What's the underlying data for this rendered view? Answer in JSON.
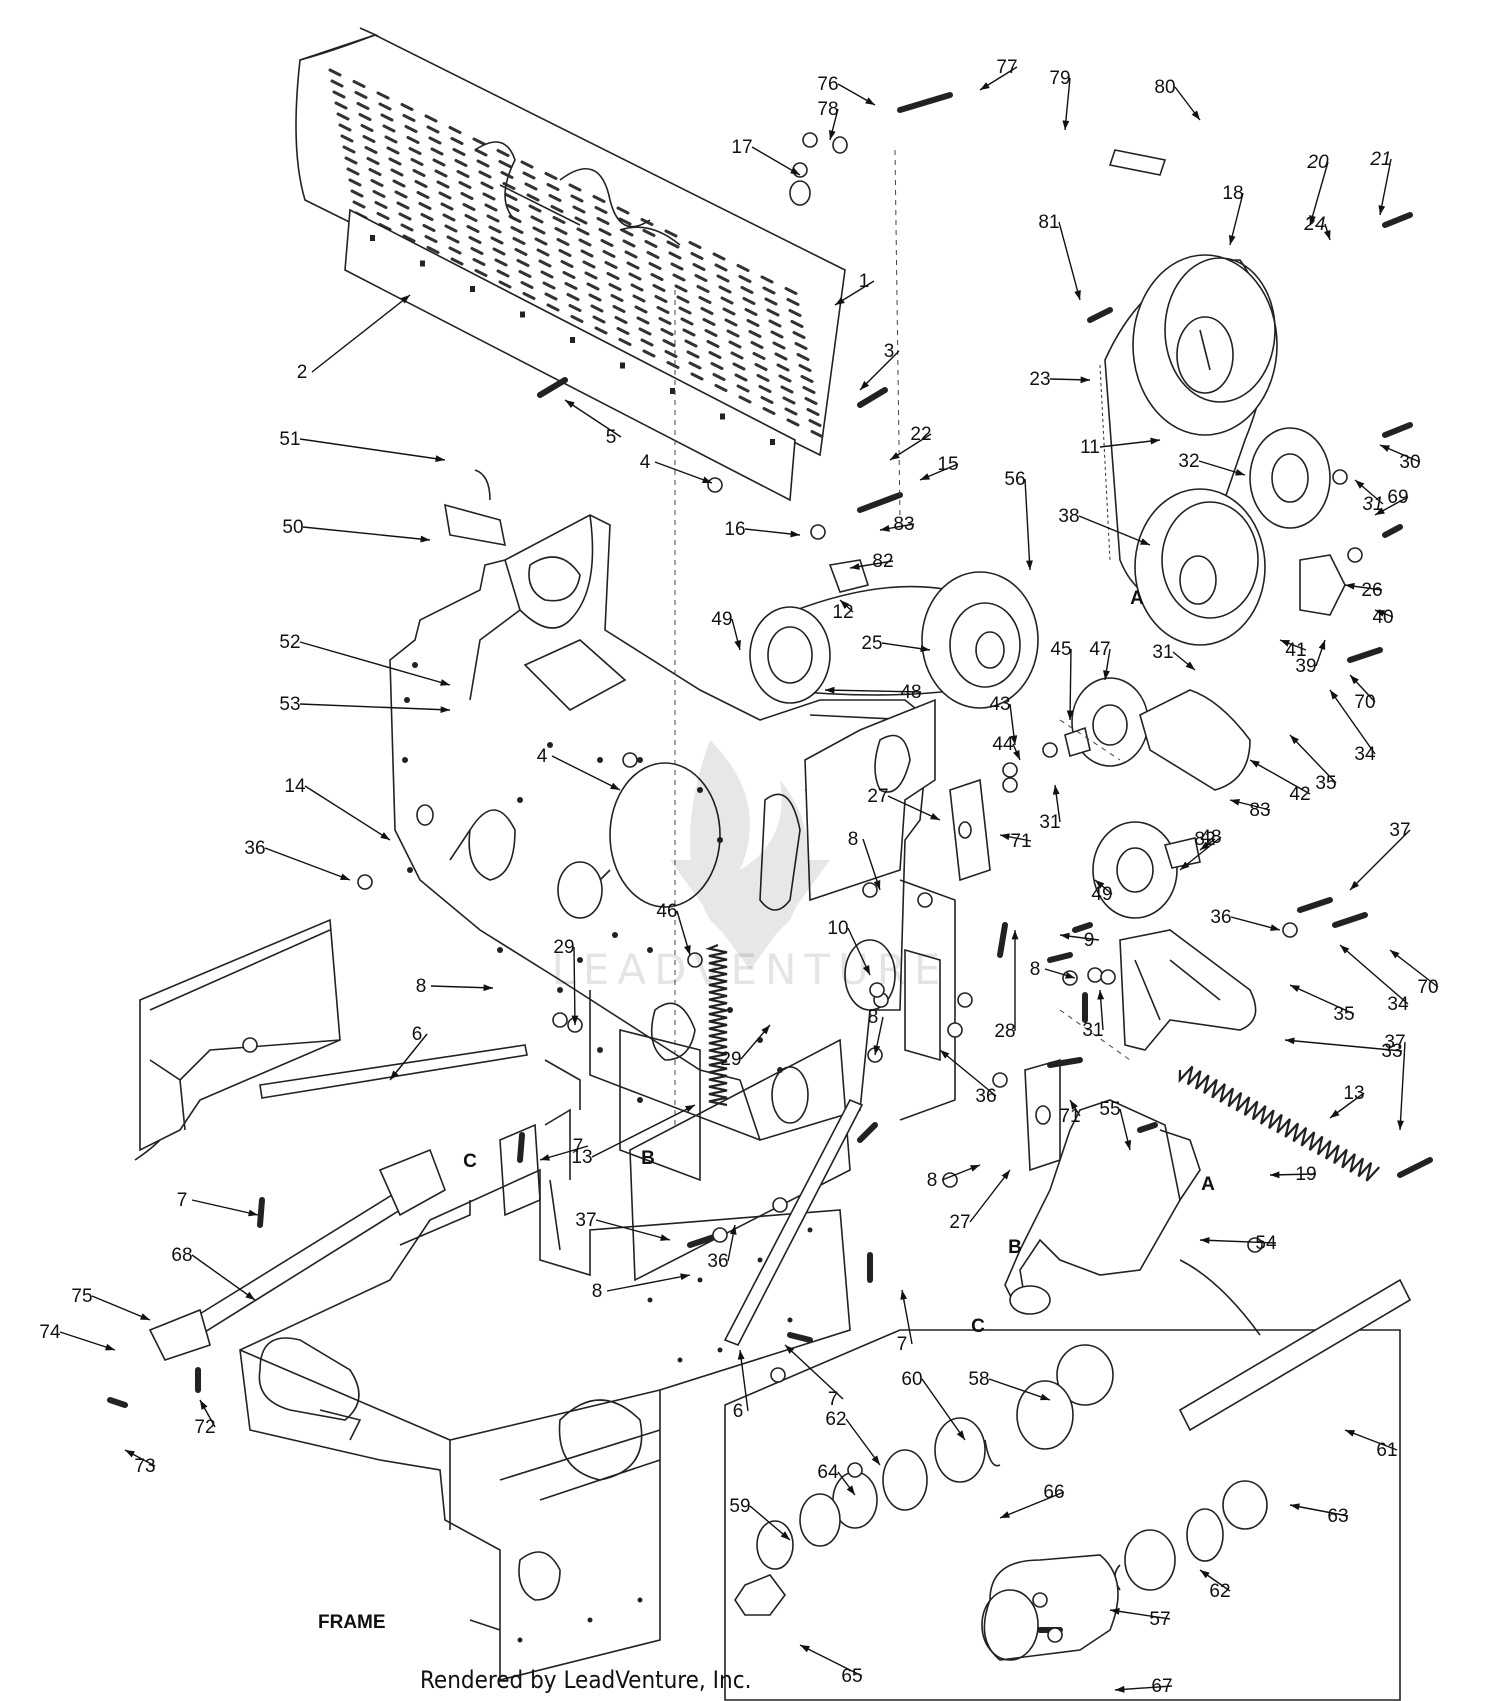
{
  "credit": "Rendered by LeadVenture, Inc.",
  "watermark_text": "LEADVENTURE",
  "callouts": [
    {
      "id": "c1",
      "text": "1"
    },
    {
      "id": "c2",
      "text": "2"
    },
    {
      "id": "c3",
      "text": "3"
    },
    {
      "id": "c4a",
      "text": "4"
    },
    {
      "id": "c4b",
      "text": "4"
    },
    {
      "id": "c5",
      "text": "5"
    },
    {
      "id": "c6a",
      "text": "6"
    },
    {
      "id": "c6b",
      "text": "6"
    },
    {
      "id": "c7a",
      "text": "7"
    },
    {
      "id": "c7b",
      "text": "7"
    },
    {
      "id": "c7c",
      "text": "7"
    },
    {
      "id": "c7d",
      "text": "7"
    },
    {
      "id": "c8a",
      "text": "8"
    },
    {
      "id": "c8b",
      "text": "8"
    },
    {
      "id": "c8c",
      "text": "8"
    },
    {
      "id": "c8d",
      "text": "8"
    },
    {
      "id": "c8e",
      "text": "8"
    },
    {
      "id": "c8f",
      "text": "8"
    },
    {
      "id": "c9",
      "text": "9"
    },
    {
      "id": "c10",
      "text": "10"
    },
    {
      "id": "c11",
      "text": "11"
    },
    {
      "id": "c12",
      "text": "12"
    },
    {
      "id": "c13a",
      "text": "13"
    },
    {
      "id": "c13b",
      "text": "13"
    },
    {
      "id": "c14",
      "text": "14"
    },
    {
      "id": "c15",
      "text": "15"
    },
    {
      "id": "c16",
      "text": "16"
    },
    {
      "id": "c17",
      "text": "17"
    },
    {
      "id": "c18",
      "text": "18"
    },
    {
      "id": "c19",
      "text": "19"
    },
    {
      "id": "c20",
      "text": "20"
    },
    {
      "id": "c21",
      "text": "21"
    },
    {
      "id": "c22",
      "text": "22"
    },
    {
      "id": "c23",
      "text": "23"
    },
    {
      "id": "c24",
      "text": "24"
    },
    {
      "id": "c25",
      "text": "25"
    },
    {
      "id": "c26",
      "text": "26"
    },
    {
      "id": "c27a",
      "text": "27"
    },
    {
      "id": "c27b",
      "text": "27"
    },
    {
      "id": "c28",
      "text": "28"
    },
    {
      "id": "c29a",
      "text": "29"
    },
    {
      "id": "c29b",
      "text": "29"
    },
    {
      "id": "c30",
      "text": "30"
    },
    {
      "id": "c31a",
      "text": "31"
    },
    {
      "id": "c31b",
      "text": "31"
    },
    {
      "id": "c31c",
      "text": "31"
    },
    {
      "id": "c31d",
      "text": "31"
    },
    {
      "id": "c32",
      "text": "32"
    },
    {
      "id": "c33",
      "text": "33"
    },
    {
      "id": "c34a",
      "text": "34"
    },
    {
      "id": "c34b",
      "text": "34"
    },
    {
      "id": "c35a",
      "text": "35"
    },
    {
      "id": "c35b",
      "text": "35"
    },
    {
      "id": "c36a",
      "text": "36"
    },
    {
      "id": "c36b",
      "text": "36"
    },
    {
      "id": "c36c",
      "text": "36"
    },
    {
      "id": "c36d",
      "text": "36"
    },
    {
      "id": "c37a",
      "text": "37"
    },
    {
      "id": "c37b",
      "text": "37"
    },
    {
      "id": "c37c",
      "text": "37"
    },
    {
      "id": "c38",
      "text": "38"
    },
    {
      "id": "c39",
      "text": "39"
    },
    {
      "id": "c40",
      "text": "40"
    },
    {
      "id": "c41",
      "text": "41"
    },
    {
      "id": "c42",
      "text": "42"
    },
    {
      "id": "c43",
      "text": "43"
    },
    {
      "id": "c44",
      "text": "44"
    },
    {
      "id": "c45",
      "text": "45"
    },
    {
      "id": "c46",
      "text": "46"
    },
    {
      "id": "c47",
      "text": "47"
    },
    {
      "id": "c48a",
      "text": "48"
    },
    {
      "id": "c48b",
      "text": "48"
    },
    {
      "id": "c49a",
      "text": "49"
    },
    {
      "id": "c49b",
      "text": "49"
    },
    {
      "id": "c50",
      "text": "50"
    },
    {
      "id": "c51",
      "text": "51"
    },
    {
      "id": "c52",
      "text": "52"
    },
    {
      "id": "c53",
      "text": "53"
    },
    {
      "id": "c54",
      "text": "54"
    },
    {
      "id": "c55",
      "text": "55"
    },
    {
      "id": "c56",
      "text": "56"
    },
    {
      "id": "c57",
      "text": "57"
    },
    {
      "id": "c58",
      "text": "58"
    },
    {
      "id": "c59",
      "text": "59"
    },
    {
      "id": "c60",
      "text": "60"
    },
    {
      "id": "c61",
      "text": "61"
    },
    {
      "id": "c62a",
      "text": "62"
    },
    {
      "id": "c62b",
      "text": "62"
    },
    {
      "id": "c63",
      "text": "63"
    },
    {
      "id": "c64",
      "text": "64"
    },
    {
      "id": "c65",
      "text": "65"
    },
    {
      "id": "c66",
      "text": "66"
    },
    {
      "id": "c67",
      "text": "67"
    },
    {
      "id": "c68",
      "text": "68"
    },
    {
      "id": "c69",
      "text": "69"
    },
    {
      "id": "c70a",
      "text": "70"
    },
    {
      "id": "c70b",
      "text": "70"
    },
    {
      "id": "c71a",
      "text": "71"
    },
    {
      "id": "c71b",
      "text": "71"
    },
    {
      "id": "c72",
      "text": "72"
    },
    {
      "id": "c73",
      "text": "73"
    },
    {
      "id": "c74",
      "text": "74"
    },
    {
      "id": "c75",
      "text": "75"
    },
    {
      "id": "c76",
      "text": "76"
    },
    {
      "id": "c77",
      "text": "77"
    },
    {
      "id": "c78",
      "text": "78"
    },
    {
      "id": "c79",
      "text": "79"
    },
    {
      "id": "c80",
      "text": "80"
    },
    {
      "id": "c81",
      "text": "81"
    },
    {
      "id": "c82a",
      "text": "82"
    },
    {
      "id": "c82b",
      "text": "82"
    },
    {
      "id": "c83a",
      "text": "83"
    },
    {
      "id": "c83b",
      "text": "83"
    }
  ],
  "section_letters": [
    {
      "id": "lA1",
      "text": "A"
    },
    {
      "id": "lA2",
      "text": "A"
    },
    {
      "id": "lB1",
      "text": "B"
    },
    {
      "id": "lB2",
      "text": "B"
    },
    {
      "id": "lC1",
      "text": "C"
    },
    {
      "id": "lC2",
      "text": "C"
    }
  ],
  "frame_label": "FRAME"
}
